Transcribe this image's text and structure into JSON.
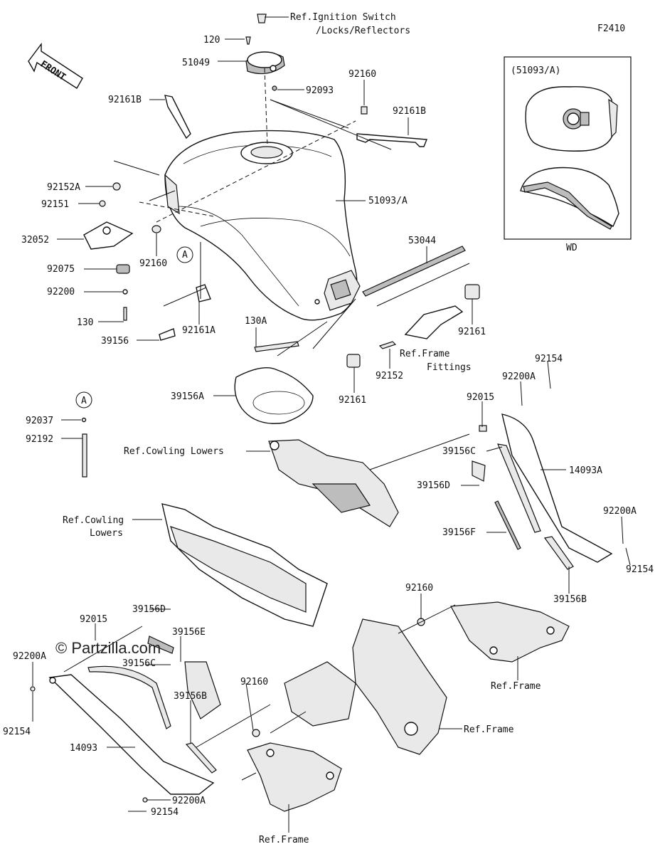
{
  "diagram_code": "F2410",
  "front_label": "FRONT",
  "watermark": "© Partzilla.com",
  "inset": {
    "title": "(51093/A)",
    "caption": "WD"
  },
  "labels": {
    "ref_ignition_1": "Ref.Ignition Switch",
    "ref_ignition_2": "/Locks/Reflectors",
    "p120": "120",
    "p51049": "51049",
    "p92093": "92093",
    "p92160_top": "92160",
    "p92161B_left": "92161B",
    "p92161B_right": "92161B",
    "p92152A": "92152A",
    "p92151": "92151",
    "p32052": "32052",
    "p92160_left": "92160",
    "p51093A": "51093/A",
    "callout_a": "A",
    "p92075": "92075",
    "p92200": "92200",
    "p130": "130",
    "p39156": "39156",
    "p92161A": "92161A",
    "p53044": "53044",
    "p130A": "130A",
    "p92161_right": "92161",
    "ref_frame_fittings_1": "Ref.Frame",
    "ref_frame_fittings_2": "Fittings",
    "p92152": "92152",
    "p92161_mid": "92161",
    "p39156A": "39156A",
    "callout_a2": "A",
    "p92037": "92037",
    "p92192": "92192",
    "p92154_r1": "92154",
    "p92200A_r1": "92200A",
    "p92015_r": "92015",
    "ref_cowling_1": "Ref.Cowling Lowers",
    "p39156C_r": "39156C",
    "p14093A": "14093A",
    "p39156D_r": "39156D",
    "ref_cowling2_1": "Ref.Cowling",
    "ref_cowling2_2": "Lowers",
    "p39156F": "39156F",
    "p92200A_r2": "92200A",
    "p92154_r2": "92154",
    "p92160_mid": "92160",
    "p39156B_r": "39156B",
    "p39156D_l": "39156D",
    "p92015_l": "92015",
    "p39156E": "39156E",
    "ref_frame_r": "Ref.Frame",
    "p92200A_l": "92200A",
    "p39156C_l": "39156C",
    "p92160_low": "92160",
    "p39156B_l": "39156B",
    "ref_frame_mid": "Ref.Frame",
    "p92154_l": "92154",
    "p14093": "14093",
    "p92200A_b": "92200A",
    "p92154_b": "92154",
    "ref_frame_b": "Ref.Frame"
  }
}
